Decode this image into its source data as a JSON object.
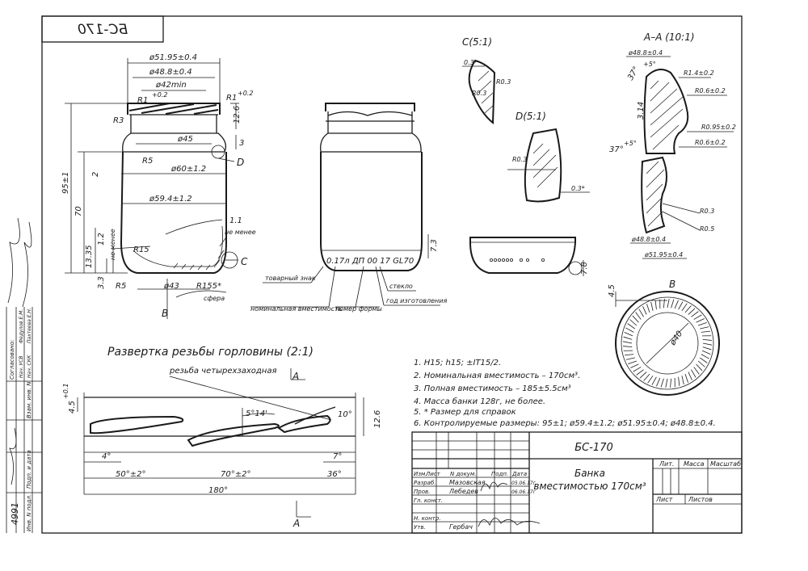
{
  "stamp_box": {
    "code_mirrored": "БС-170"
  },
  "left_view": {
    "dims": {
      "d_top": "ø51.95±0.4",
      "d_thread": "ø48.8±0.4",
      "d_min": "ø42min",
      "r1_plus": "R1",
      "r1_sup": "+0.2",
      "r1_right": "R1",
      "r1_right_sup": "+0.2",
      "r3": "R3",
      "h12_6": "12.6",
      "d45": "ø45",
      "h3": "3",
      "r5_shoulder": "R5",
      "d60": "ø60±1.2",
      "label_d": "D",
      "h2": "2",
      "h95": "95±1",
      "h70": "70",
      "d59": "ø59.4±1.2",
      "h1_1": "1.1",
      "not_less": "не менее",
      "h1_2": "1.2",
      "not_less_v": "не менее",
      "r15": "R15",
      "h13_35": "13.35",
      "label_c": "C",
      "h3_3": "3.3",
      "r5_base": "R5",
      "d43": "ø43",
      "r155": "R155*",
      "sphere": "сфера",
      "label_b": "B"
    }
  },
  "middle_view": {
    "marking": "0.17л ДП 00 17 GL70",
    "h7_3": "7.3",
    "labels": {
      "trademark": "товарный знак",
      "nominal_capacity": "номинальная вместимость",
      "mold_number": "номер формы",
      "glass": "стекло",
      "year": "год изготовления"
    }
  },
  "detail_c": {
    "title": "C(5:1)",
    "d03": "0.3*",
    "r03": "R0.3",
    "r03b": "R0.3"
  },
  "detail_d": {
    "title": "D(5:1)",
    "r03": "R0.3",
    "d03": "0.3*"
  },
  "section_aa": {
    "title": "A–A (10:1)",
    "d_thread": "ø48.8±0.4",
    "ang_top": "37°",
    "ang_top_tol": "+5°",
    "r1_4": "R1.4±0.2",
    "r0_6": "R0.6±0.2",
    "h3_14": "3.14",
    "r0_95": "R0.95±0.2",
    "ang_bot": "37°",
    "ang_bot_tol": "+5°",
    "r0_6b": "R0.6±0.2",
    "r0_3": "R0.3",
    "r0_5": "R0.5",
    "d_thread_b": "ø48.8±0.4",
    "d_top": "ø51.95±0.4"
  },
  "base_view": {
    "h7_8": "7.8"
  },
  "view_b": {
    "title": "B",
    "h4_5": "4.5",
    "d40": "ø40"
  },
  "thread_dev": {
    "title": "Развертка резьбы горловины (2:1)",
    "four_start": "резьба четырехзаходная",
    "label_a": "A",
    "label_a2": "A",
    "h4_5": "4.5",
    "h4_5_tol": "+0.1",
    "ang5_14": "5°14'",
    "ang10": "10°",
    "h12_6": "12.6",
    "ang4": "4°",
    "ang7": "7°",
    "ang50": "50°±2°",
    "ang70": "70°±2°",
    "ang36": "36°",
    "ang180": "180°"
  },
  "notes": [
    "1. H15; h15; ±IT15/2.",
    "2. Номинальная вместимость – 170см³.",
    "3. Полная вместимость   – 185±5.5см³",
    "4. Масса банки 128г, не более.",
    "5. * Размер для справок",
    "6. Контролируемые размеры: 95±1; ø59.4±1.2; ø51.95±0.4; ø48.8±0.4."
  ],
  "title_block": {
    "code": "БС-170",
    "name_line1": "Банка",
    "name_line2": "вместимостью 170см³",
    "lit": "Лит.",
    "mass": "Масса",
    "scale": "Масштаб",
    "sheet": "Лист",
    "sheets": "Листов",
    "rows": [
      {
        "role": "Изм.",
        "sheet": "Лист",
        "doc": "N докум.",
        "sign": "Подп.",
        "date": "Дата"
      },
      {
        "role": "Разраб.",
        "name": "Мазовская",
        "date": "05.06.17г"
      },
      {
        "role": "Пров.",
        "name": "Лебедев",
        "date": "06.06.17г"
      },
      {
        "role": "Гл. конст.",
        "name": ""
      },
      {
        "role": "",
        "name": ""
      },
      {
        "role": "Н. контр.",
        "name": ""
      },
      {
        "role": "Утв.",
        "name": "Гербач"
      }
    ]
  },
  "left_margin": {
    "agreed": "Согласовано:",
    "r1": "Федулов Е.М.",
    "r2": "Пахтеева Е.Н.",
    "r3": "Нач. УСВ",
    "r4": "Нач. СКК",
    "inv_sub": "Взам. инв. N",
    "sign_date": "Подп. и дата",
    "inv_orig": "Инв. N подл.",
    "inv_num": "4991"
  }
}
